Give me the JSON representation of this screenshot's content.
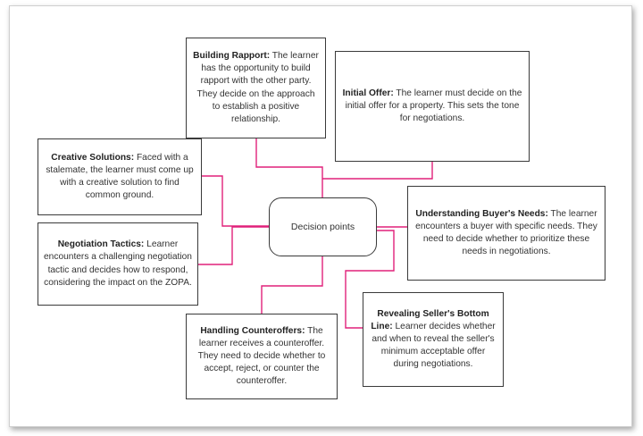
{
  "center": {
    "label": "Decision points"
  },
  "nodes": {
    "building_rapport": {
      "title": "Building Rapport:",
      "text": "The learner has the opportunity to build rapport with the other party. They decide on the approach to establish a positive relationship."
    },
    "initial_offer": {
      "title": "Initial Offer:",
      "text": "The learner must decide on the initial offer for a property. This sets the tone for negotiations."
    },
    "creative_solutions": {
      "title": "Creative Solutions:",
      "text": "Faced with a stalemate, the learner must come up with a creative solution to find common ground."
    },
    "understanding_buyer": {
      "title": "Understanding Buyer's Needs:",
      "text": "The learner encounters a buyer with specific needs. They need to decide whether to prioritize these needs in negotiations."
    },
    "negotiation_tactics": {
      "title": "Negotiation Tactics:",
      "text": "Learner encounters a challenging negotiation tactic and decides how to respond, considering the impact on the ZOPA."
    },
    "revealing_bottom_line": {
      "title": "Revealing Seller's Bottom Line:",
      "text": "Learner decides whether and when to reveal the seller's minimum acceptable offer during negotiations."
    },
    "handling_counteroffers": {
      "title": "Handling Counteroffers:",
      "text": "The learner receives a counteroffer. They need to decide whether to accept, reject, or counter the counteroffer."
    }
  },
  "colors": {
    "connector": "#e0217a",
    "border": "#3a3a3a"
  }
}
